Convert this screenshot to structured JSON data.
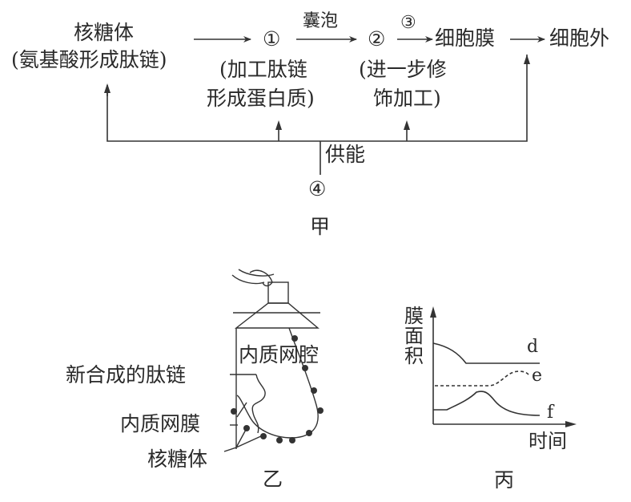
{
  "figure_jia": {
    "caption": "甲",
    "ribosome": {
      "title": "核糖体",
      "desc": "(氨基酸形成肽链)"
    },
    "step1": {
      "marker": "①",
      "desc_line1": "(加工肽链",
      "desc_line2": "形成蛋白质)"
    },
    "arrow_label_vesicle": "囊泡",
    "step2": {
      "marker": "②",
      "desc_line1": "(进一步修",
      "desc_line2": "饰加工)"
    },
    "step3_marker": "③",
    "cell_membrane": "细胞膜",
    "outside_cell": "细胞外",
    "energy_label": "供能",
    "step4_marker": "④"
  },
  "figure_yi": {
    "caption": "乙",
    "labels": {
      "er_lumen": "内质网腔",
      "new_peptide": "新合成的肽链",
      "er_membrane": "内质网膜",
      "ribosome": "核糖体"
    }
  },
  "figure_bing": {
    "caption": "丙",
    "chart_data": {
      "type": "line",
      "title": "",
      "xlabel": "时间",
      "ylabel": "膜面积",
      "series": [
        {
          "name": "d",
          "style": "solid",
          "trend": "decreases then stays constant"
        },
        {
          "name": "e",
          "style": "dashed",
          "trend": "constant, rises, then returns slightly"
        },
        {
          "name": "f",
          "style": "solid",
          "trend": "constant, rises to peak, then falls below start"
        }
      ]
    }
  }
}
